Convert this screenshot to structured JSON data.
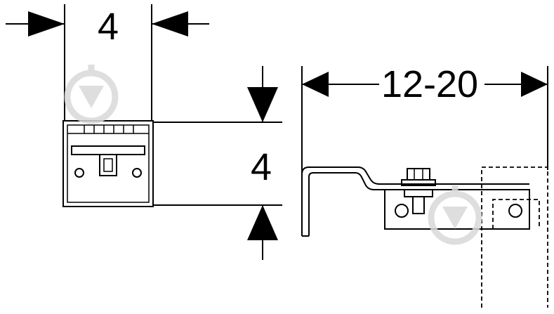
{
  "dimensions": {
    "top_width": "4",
    "side_height": "4",
    "adjust_range": "12-20"
  },
  "icons": {
    "watermark": "watermark-logo-icon",
    "arrow": "dimension-arrow-icon"
  },
  "colors": {
    "line": "#000000",
    "watermark": "#d9d9d9",
    "background": "#ffffff"
  }
}
